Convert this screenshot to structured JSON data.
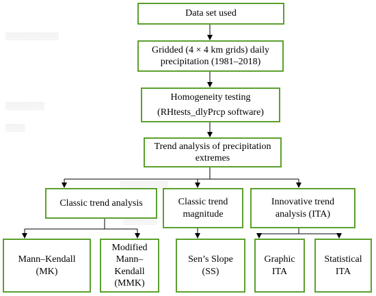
{
  "colors": {
    "border": "#5aa02c",
    "line": "#000000",
    "text": "#000000"
  },
  "nodes": {
    "data_set": "Data set used",
    "gridded_line1": "Gridded (4 × 4 km grids) daily",
    "gridded_line2": "precipitation (1981–2018)",
    "homog_line1": "Homogeneity testing",
    "homog_line2": "(RHtests_dlyPrcp software)",
    "trend_line1": "Trend analysis of precipitation",
    "trend_line2": "extremes",
    "classic_analysis": "Classic trend analysis",
    "classic_mag_line1": "Classic trend",
    "classic_mag_line2": "magnitude",
    "ita_line1": "Innovative trend",
    "ita_line2": "analysis (ITA)",
    "mk_line1": "Mann–Kendall",
    "mk_line2": "(MK)",
    "mmk_line1": "Modified",
    "mmk_line2": "Mann–",
    "mmk_line3": "Kendall",
    "mmk_line4": "(MMK)",
    "ss_line1": "Sen’s Slope",
    "ss_line2": "(SS)",
    "graphic_line1": "Graphic",
    "graphic_line2": "ITA",
    "statistical_line1": "Statistical",
    "statistical_line2": "ITA"
  }
}
